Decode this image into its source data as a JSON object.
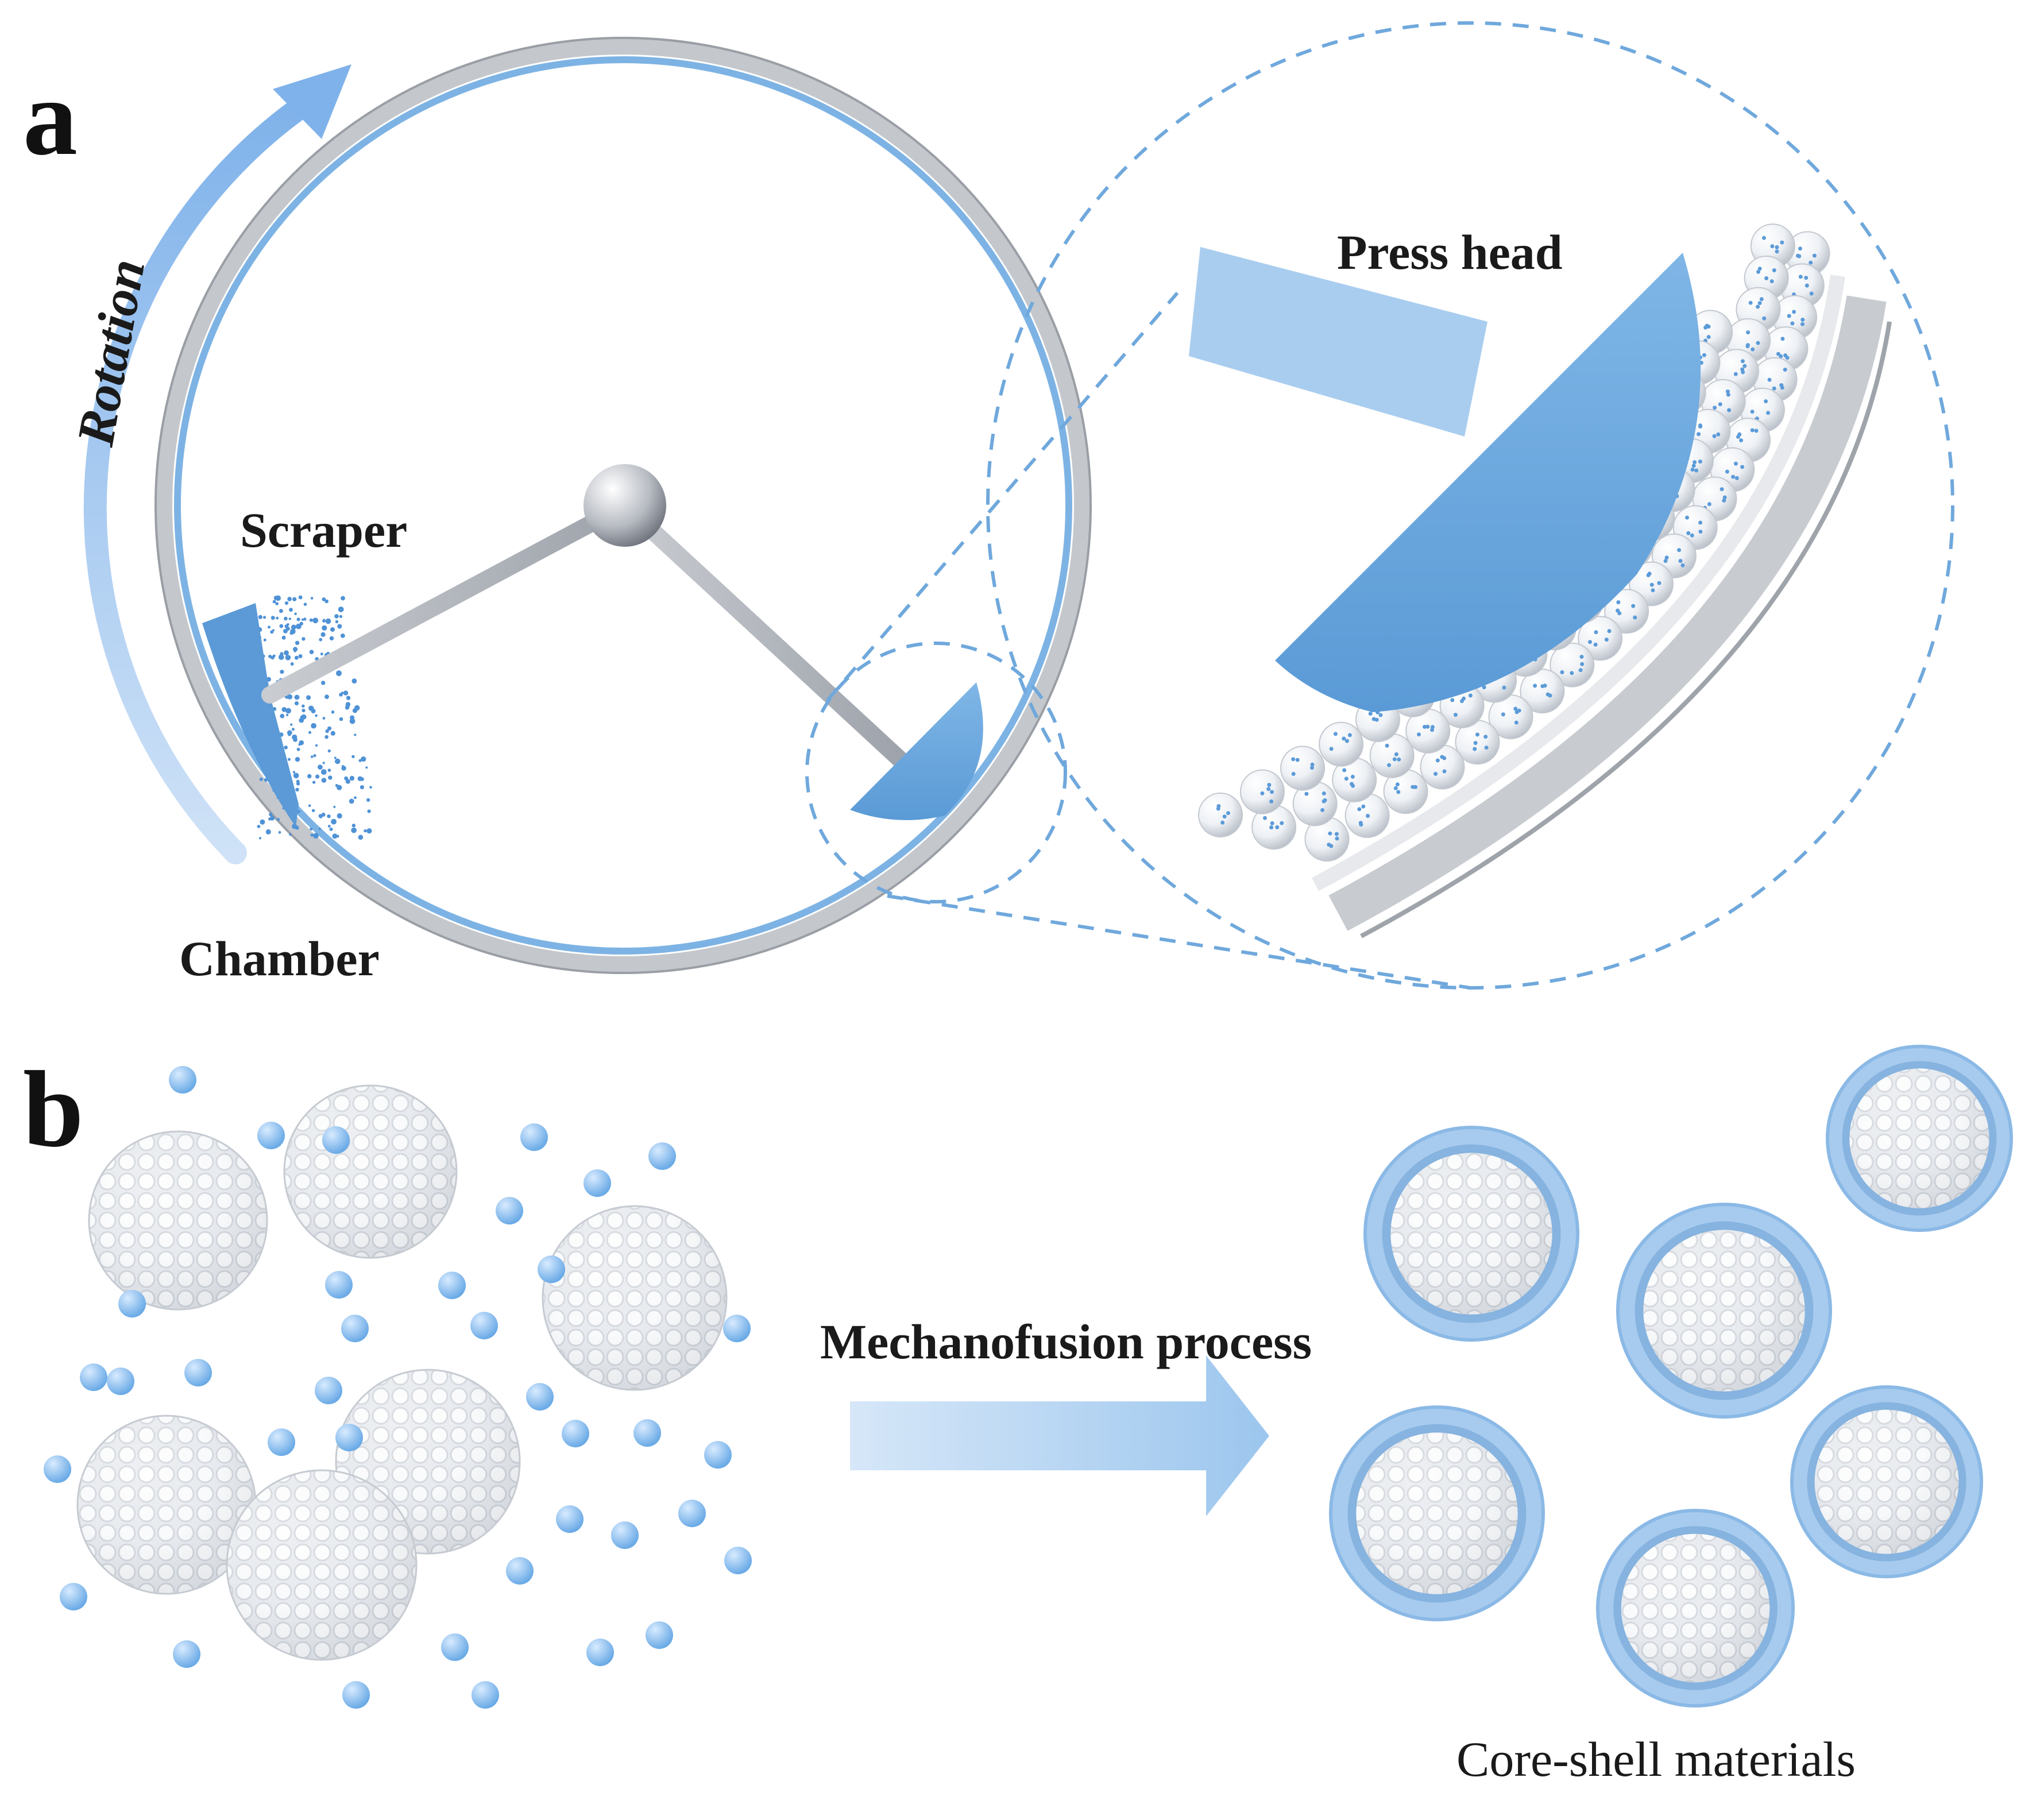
{
  "panels": {
    "a": "a",
    "b": "b"
  },
  "labels": {
    "rotation": "Rotation",
    "scraper": "Scraper",
    "chamber": "Chamber",
    "press_head": "Press head",
    "process": "Mechanofusion process",
    "product": "Core-shell materials"
  },
  "colors": {
    "accent_blue": "#6fa8dc",
    "light_blue": "#a9cdef",
    "ring_gray": "#b9bcc2",
    "text": "#1a1a1a"
  }
}
